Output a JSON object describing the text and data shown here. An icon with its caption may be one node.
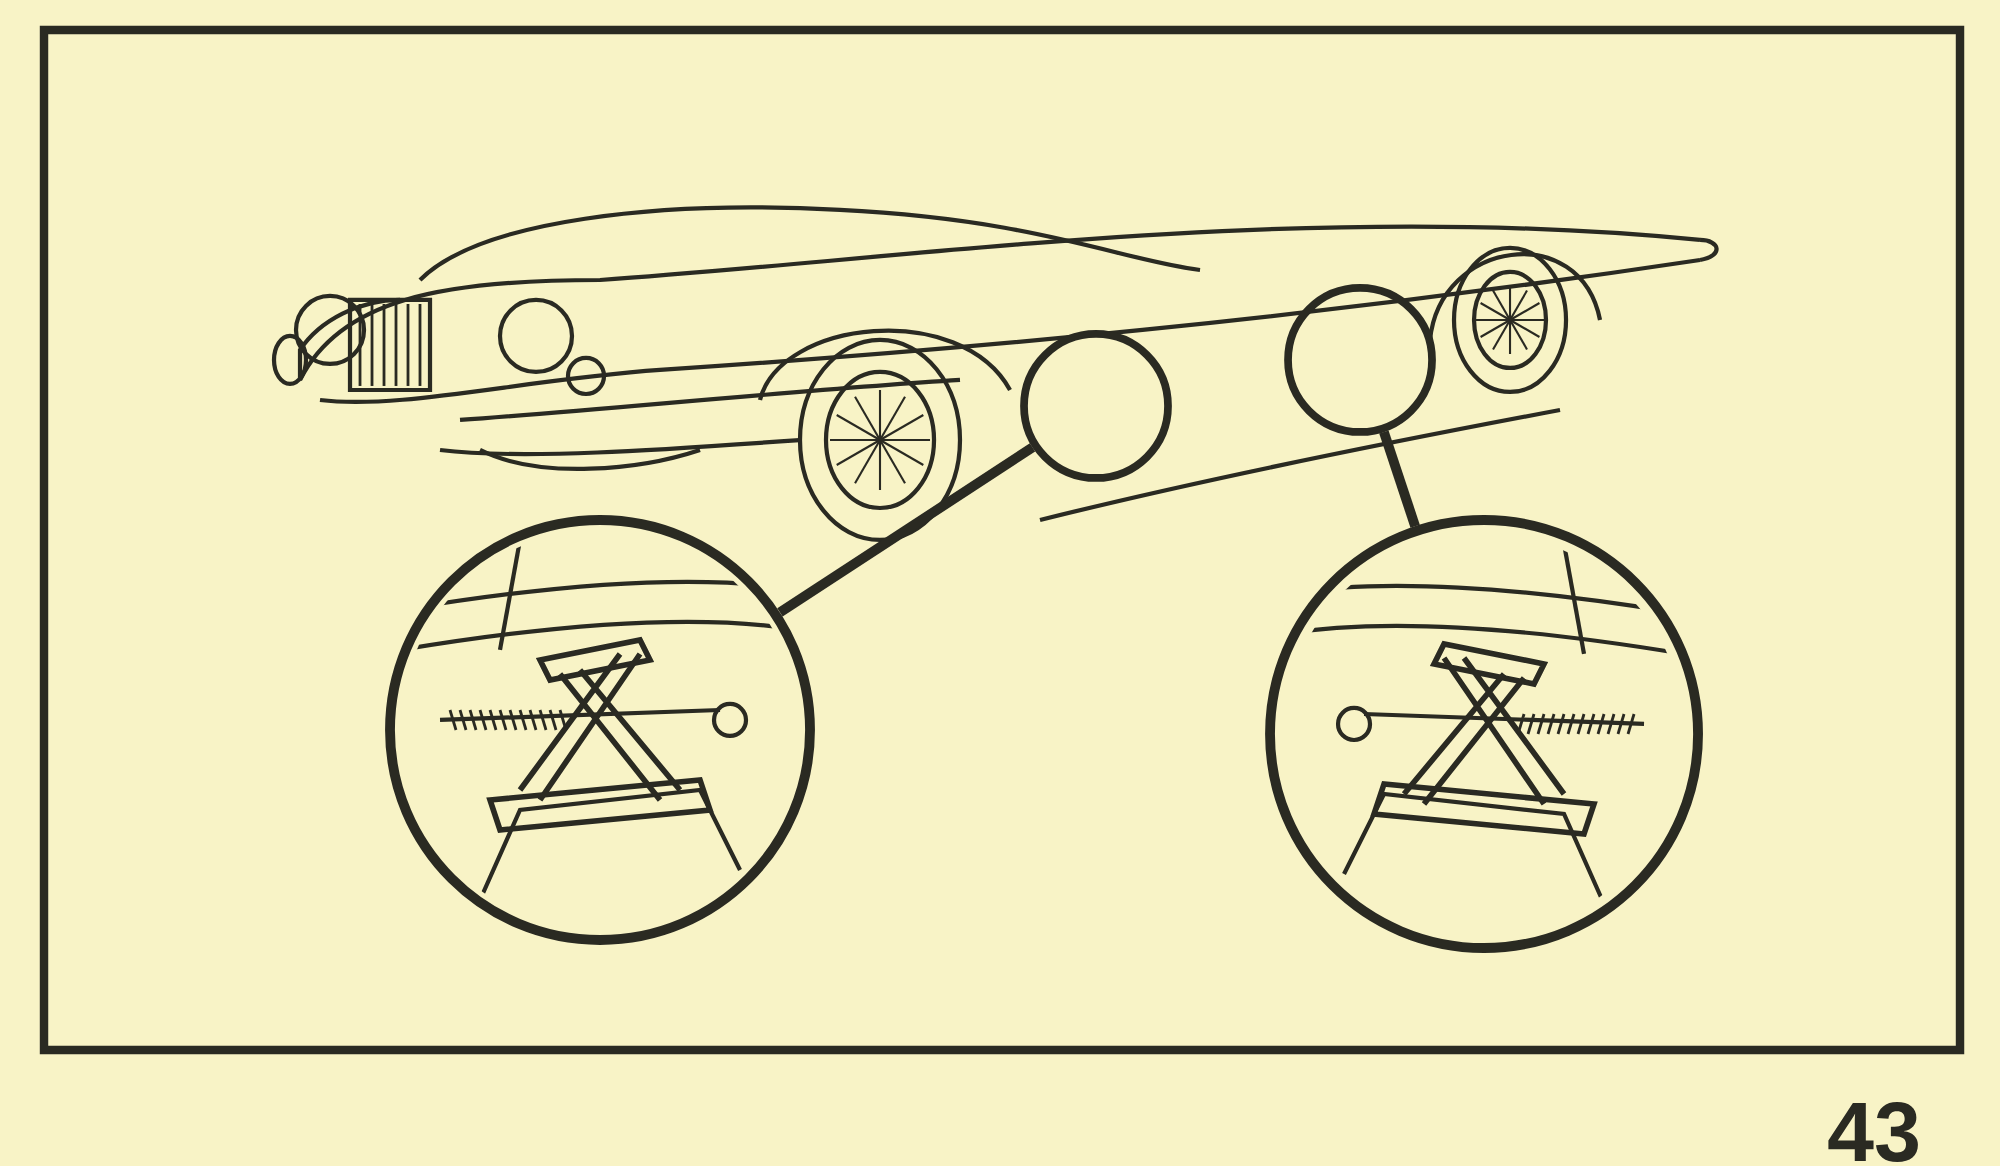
{
  "diagram": {
    "nodes": [
      {
        "text": [],
        "shape": "circle"
      },
      {
        "text": [],
        "shape": "circle"
      },
      {
        "text": [],
        "shape": "picture"
      },
      {
        "text": [],
        "shape": "picture"
      }
    ],
    "edges": [
      {
        "from": 0,
        "to": 2,
        "arrow": "none"
      },
      {
        "from": 1,
        "to": 3,
        "arrow": "none"
      }
    ],
    "labels": [
      "43"
    ]
  }
}
